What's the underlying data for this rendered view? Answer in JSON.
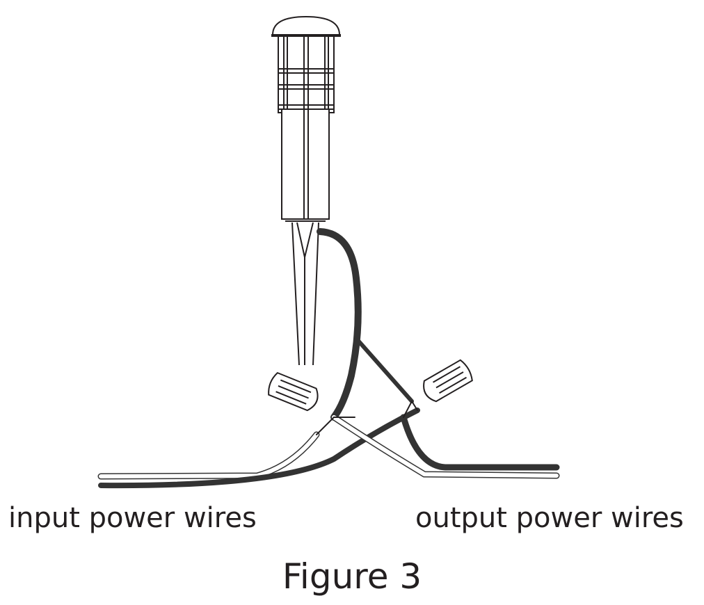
{
  "labels": {
    "input": "input power wires",
    "output": "output power wires",
    "figure": "Figure 3"
  },
  "colors": {
    "line": "#231f20",
    "wire_dark": "#333333"
  }
}
